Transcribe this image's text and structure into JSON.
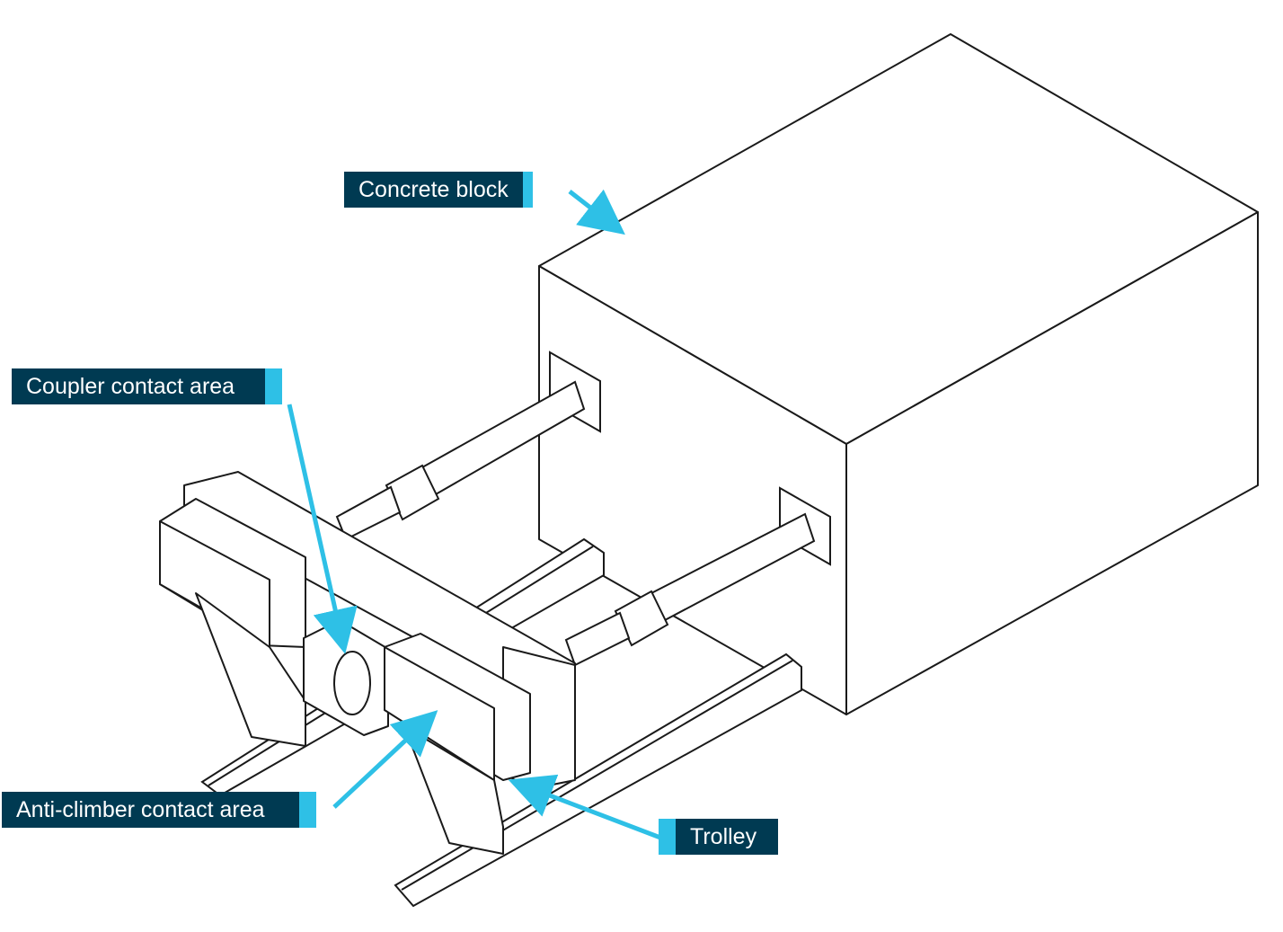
{
  "figure": {
    "subject": "Test rig: concrete block with buffers, headstock and trolley on rails",
    "colors": {
      "label_bg": "#003a52",
      "label_text": "#ffffff",
      "accent": "#2ec0e6",
      "line": "#1a1a1a"
    }
  },
  "labels": {
    "concrete_block": "Concrete block",
    "coupler_contact_area": "Coupler contact area",
    "anti_climber_contact_area": "Anti-climber contact area",
    "trolley": "Trolley"
  }
}
